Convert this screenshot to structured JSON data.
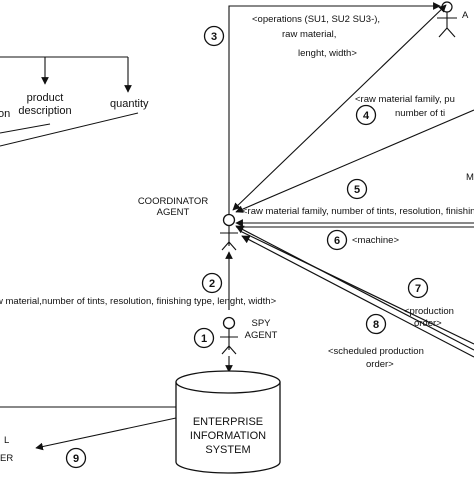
{
  "labels": {
    "operations_line1": "<operations (SU1, SU2 SU3-),",
    "operations_line2": "raw material,",
    "operations_line3": "lenght, width>",
    "raw_family_top_line1": "<raw material family, pu",
    "raw_family_top_line2": "number of ti",
    "product_line1": "product",
    "product_line2": "description",
    "quantity": "quantity",
    "left_cut": "on",
    "coordinator_line1": "COORDINATOR",
    "coordinator_line2": "AGENT",
    "raw_family_long": "<raw material family, number of tints, resolution, finishing",
    "machine": "<machine>",
    "raw_material_long": "w material,number of tints, resolution, finishing type, lenght, width>",
    "spy_line1": "SPY",
    "spy_line2": "AGENT",
    "production_order_line1": "<production",
    "production_order_line2": "order>",
    "scheduled_line1": "<scheduled production",
    "scheduled_line2": "order>",
    "eis_line1": "ENTERPRISE",
    "eis_line2": "INFORMATION",
    "eis_line3": "SYSTEM",
    "right_cut_a": "A",
    "right_cut_m": "M",
    "bottom_left_l": "L",
    "bottom_left_er": "ER"
  },
  "steps": [
    "1",
    "2",
    "3",
    "4",
    "5",
    "6",
    "7",
    "8",
    "9"
  ]
}
